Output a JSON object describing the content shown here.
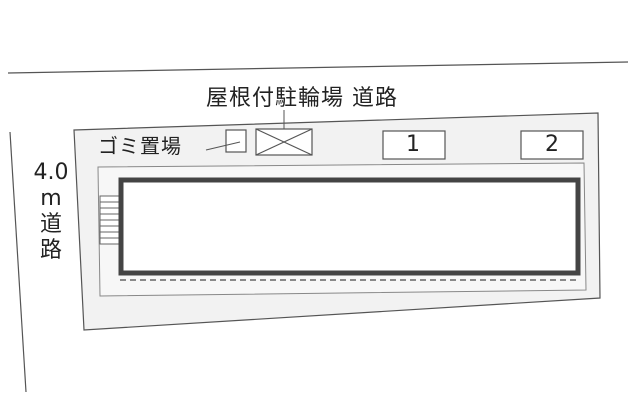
{
  "labels": {
    "road_top": "屋根付駐輪場 道路",
    "trash": "ゴミ置場",
    "left_road_lines": [
      "4.0",
      "m",
      "道",
      "路"
    ]
  },
  "parking_spaces": [
    {
      "number": "1"
    },
    {
      "number": "2"
    }
  ],
  "colors": {
    "line": "#555555",
    "lot_fill": "#f2f2f2",
    "building_border": "#444444",
    "building_fill": "#ffffff"
  }
}
